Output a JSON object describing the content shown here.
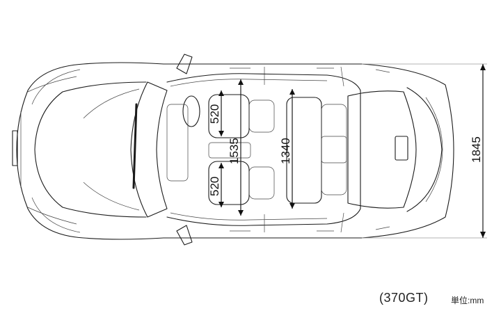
{
  "dimensions": {
    "seat_front_left": "520",
    "seat_front_right": "520",
    "front_cabin_width": "1535",
    "rear_cabin_width": "1340",
    "overall_width": "1845"
  },
  "footer": {
    "model": "(370GT)",
    "unit": "単位:mm"
  }
}
